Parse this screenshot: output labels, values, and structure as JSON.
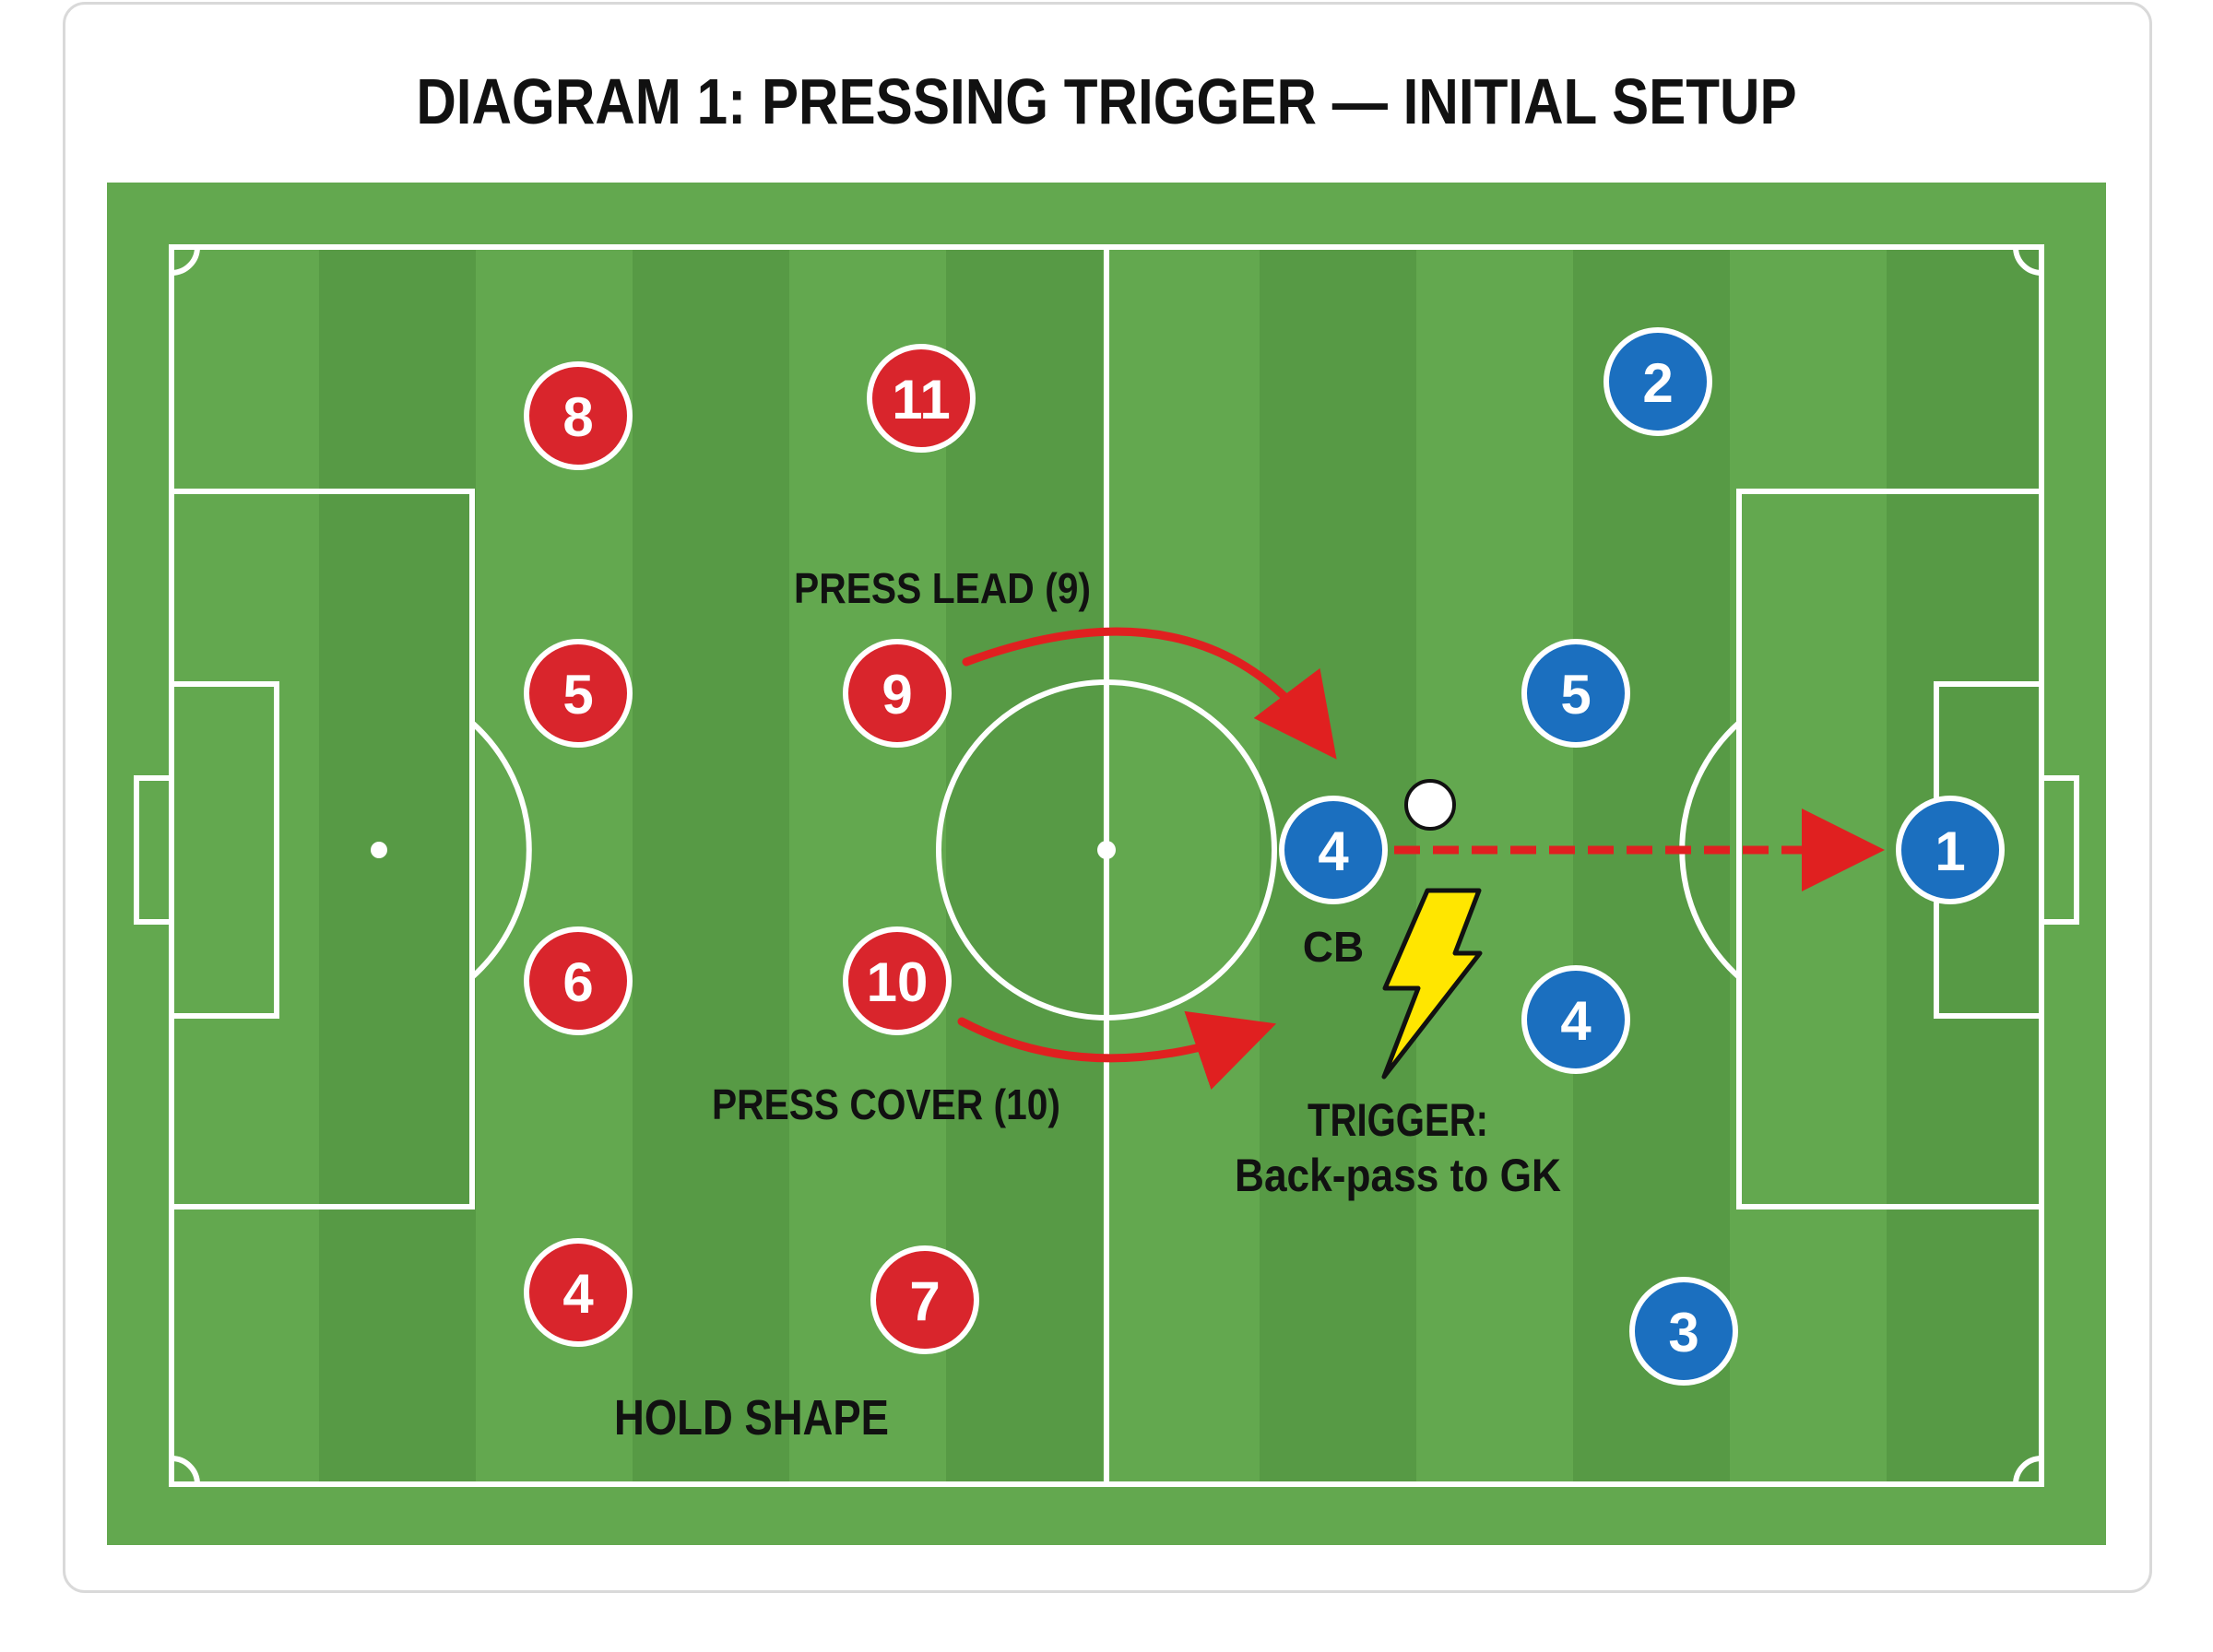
{
  "title": "DIAGRAM 1: PRESSING TRIGGER — INITIAL SETUP",
  "colors": {
    "pitch_light": "#63a84f",
    "pitch_dark": "#579a45",
    "line": "#ffffff",
    "team_red": "#d9252c",
    "team_blue": "#1b6fbf",
    "arrow_red": "#e02020",
    "bolt": "#ffe600"
  },
  "red_players": [
    "8",
    "11",
    "5",
    "9",
    "6",
    "10",
    "4",
    "7"
  ],
  "blue_players": [
    "2",
    "5",
    "4",
    "1",
    "4",
    "3"
  ],
  "labels": {
    "press_lead": "PRESS LEAD (9)",
    "press_cover": "PRESS COVER (10)",
    "hold_shape": "HOLD SHAPE",
    "cb": "CB",
    "trigger_line1": "TRIGGER:",
    "trigger_line2": "Back-pass to GK"
  },
  "icons": {
    "ball": "ball-icon",
    "trigger": "lightning-bolt-icon"
  }
}
